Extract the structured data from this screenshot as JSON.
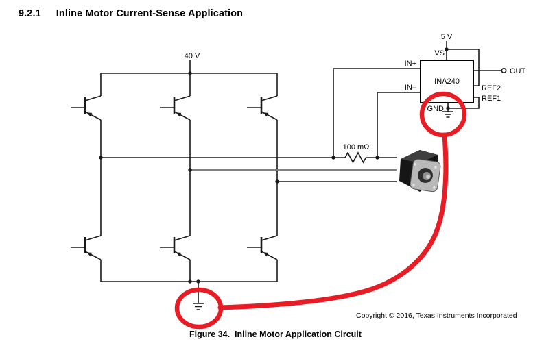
{
  "page": {
    "heading": {
      "number": "9.2.1",
      "title": "Inline Motor Current-Sense Application"
    },
    "copyright": "Copyright © 2016, Texas Instruments Incorporated",
    "figure_caption": "Figure 34.  Inline Motor Application Circuit"
  },
  "circuit": {
    "bus_voltage_label": "40 V",
    "supply_voltage_label": "5 V",
    "shunt_resistor_label": "100 mΩ",
    "ic_name": "INA240",
    "pins": {
      "vs": "VS",
      "in_plus": "IN+",
      "in_minus": "IN–",
      "out": "OUT",
      "ref2": "REF2",
      "ref1": "REF1",
      "gnd": "GND"
    },
    "colors": {
      "highlight_red": "#e81c24",
      "wire_black": "#1a1a1a",
      "phase_b_gray": "#7f7f7f"
    }
  }
}
